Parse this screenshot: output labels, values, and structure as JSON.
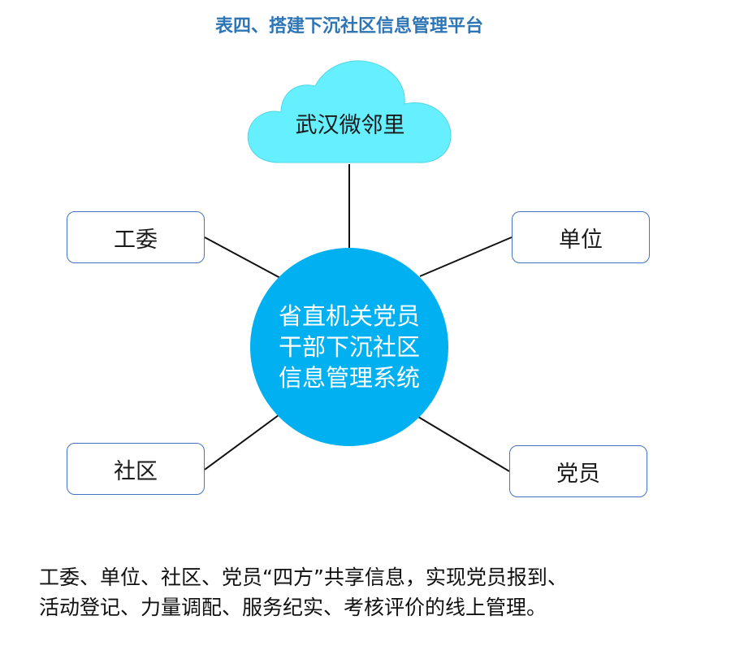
{
  "title": "表四、搭建下沉社区信息管理平台",
  "cloud": {
    "label": "武汉微邻里"
  },
  "hub": {
    "line1": "省直机关党员",
    "line2": "干部下沉社区",
    "line3": "信息管理系统"
  },
  "nodes": {
    "gongwei": "工委",
    "danwei": "单位",
    "shequ": "社区",
    "dangyuan": "党员"
  },
  "summary": {
    "line1": "工委、单位、社区、党员“四方”共享信息，实现党员报到、",
    "line2": "活动登记、力量调配、服务纪实、考核评价的线上管理。"
  },
  "colors": {
    "title": "#2e75b6",
    "cloud_fill": "#66f0ff",
    "hub_fill": "#00b0f0",
    "node_border": "#4472c4"
  }
}
